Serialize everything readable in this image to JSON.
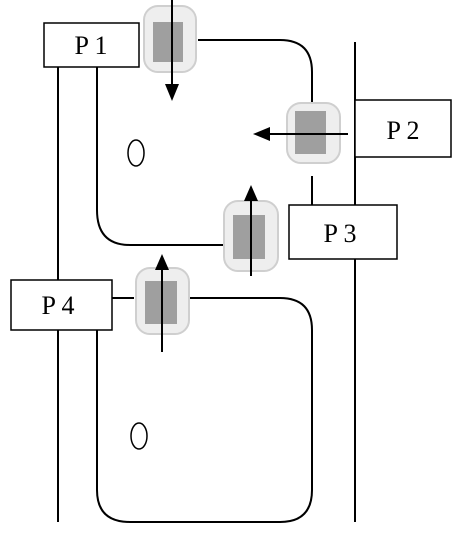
{
  "labels": {
    "p1": "P 1",
    "p2": "P 2",
    "p3": "P 3",
    "p4": "P 4"
  },
  "colors": {
    "line": "#000000",
    "marker_outer": "#eeeeee",
    "marker_inner": "#9f9f9f"
  }
}
